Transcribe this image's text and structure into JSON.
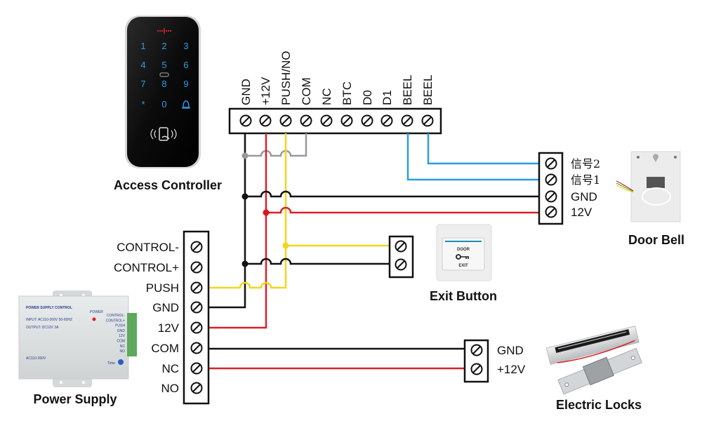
{
  "devices": {
    "access_controller": {
      "caption": "Access Controller",
      "keypad": [
        "1",
        "2",
        "3",
        "4",
        "5",
        "6",
        "7",
        "8",
        "9",
        "*",
        "0",
        "bell-icon"
      ],
      "terminals": [
        "GND",
        "+12V",
        "PUSH/NO",
        "COM",
        "NC",
        "BTC",
        "D0",
        "D1",
        "BEEL",
        "BEEL"
      ]
    },
    "door_bell": {
      "caption": "Door Bell",
      "terminals": [
        "信号2",
        "信号1",
        "GND",
        "12V"
      ]
    },
    "exit_button": {
      "caption": "Exit Button",
      "face_top": "DOOR",
      "face_bottom": "EXIT"
    },
    "power_supply": {
      "caption": "Power Supply",
      "terminals": [
        "CONTROL-",
        "CONTROL+",
        "PUSH",
        "GND",
        "12V",
        "COM",
        "NC",
        "NO"
      ],
      "label_title": "POWER SUPPLY CONTROL",
      "label_input": "INPUT: AC110-260V 50-60HZ",
      "label_output": "OUTPUT: DC12V  3A",
      "label_ac": "AC110-260V",
      "label_power": "POWER",
      "label_time": "Time"
    },
    "electric_locks": {
      "caption": "Electric Locks",
      "terminals": [
        "GND",
        "+12V"
      ]
    }
  },
  "wire_colors": {
    "gnd": "#111111",
    "power": "#d9212a",
    "push": "#f2d61c",
    "com": "#999999",
    "bell": "#2a9de0"
  },
  "connections": [
    {
      "from": "access_controller.GND",
      "to": "door_bell.GND",
      "color": "gnd"
    },
    {
      "from": "access_controller.GND",
      "to": "exit_button.2",
      "color": "gnd"
    },
    {
      "from": "access_controller.GND",
      "to": "power_supply.GND",
      "color": "gnd"
    },
    {
      "from": "access_controller.GND",
      "to": "access_controller.COM",
      "color": "com"
    },
    {
      "from": "access_controller.+12V",
      "to": "door_bell.12V",
      "color": "power"
    },
    {
      "from": "access_controller.+12V",
      "to": "power_supply.12V",
      "color": "power"
    },
    {
      "from": "access_controller.PUSH/NO",
      "to": "exit_button.1",
      "color": "push"
    },
    {
      "from": "access_controller.PUSH/NO",
      "to": "power_supply.PUSH",
      "color": "push"
    },
    {
      "from": "access_controller.BEEL",
      "to": "door_bell.信号1",
      "color": "bell"
    },
    {
      "from": "access_controller.BEEL",
      "to": "door_bell.信号2",
      "color": "bell"
    },
    {
      "from": "power_supply.COM",
      "to": "electric_locks.GND",
      "color": "gnd"
    },
    {
      "from": "power_supply.NC",
      "to": "electric_locks.+12V",
      "color": "power"
    }
  ]
}
